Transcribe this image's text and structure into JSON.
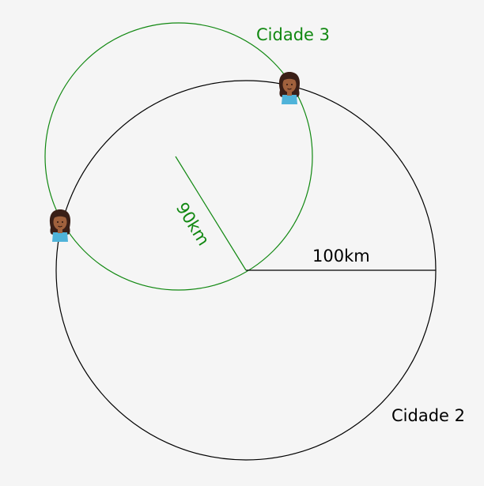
{
  "circles": [
    {
      "id": "cidade-2",
      "name": "Cidade 2",
      "radius_label": "100km",
      "radius_km": 100,
      "color": "#000000"
    },
    {
      "id": "cidade-3",
      "name": "Cidade 3",
      "radius_label": "90km",
      "radius_km": 90,
      "color": "#118811"
    }
  ],
  "markers": [
    {
      "icon": "person-icon",
      "color": "#8b5a3c"
    },
    {
      "icon": "person-icon",
      "color": "#8b5a3c"
    }
  ],
  "colors": {
    "background": "#f5f5f5",
    "skin": "#a0613d",
    "hair": "#3a1f17",
    "shirt": "#4fb3d9"
  }
}
